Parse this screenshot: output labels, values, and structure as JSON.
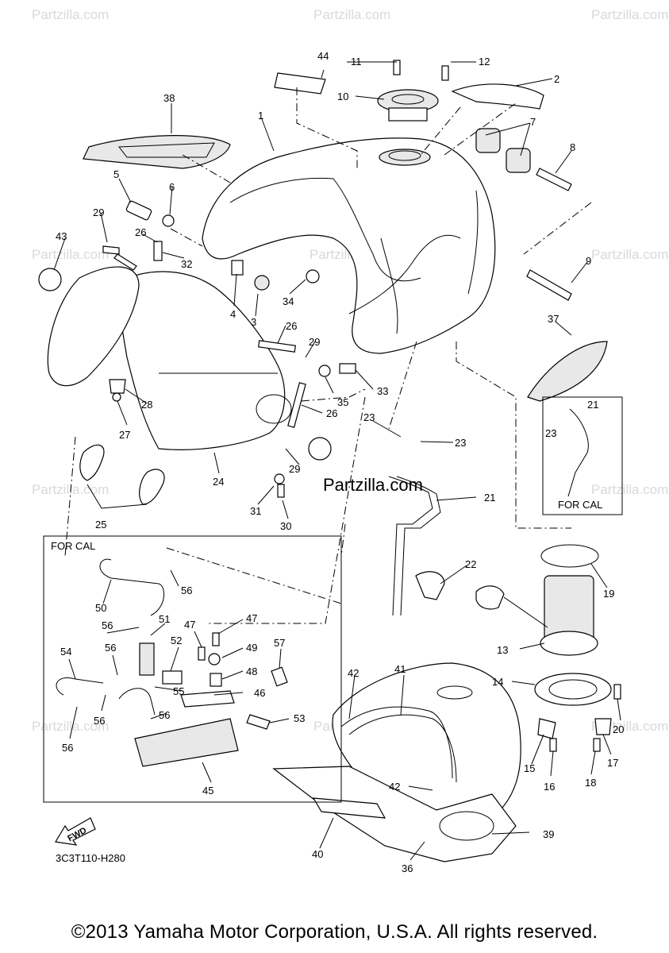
{
  "watermark": {
    "text": "Partzilla.com",
    "center_text": "Partzilla.com"
  },
  "box_labels": {
    "for_cal_left": "FOR CAL",
    "for_cal_right": "FOR CAL"
  },
  "arrow_label": "FWD",
  "diagram_code": "3C3T110-H280",
  "copyright": "©2013 Yamaha Motor Corporation, U.S.A. All rights reserved.",
  "callouts": {
    "c1": "1",
    "c2": "2",
    "c3": "3",
    "c4": "4",
    "c5": "5",
    "c6": "6",
    "c7": "7",
    "c8": "8",
    "c9": "9",
    "c10": "10",
    "c11": "11",
    "c12": "12",
    "c13": "13",
    "c14": "14",
    "c15": "15",
    "c16": "16",
    "c17": "17",
    "c18": "18",
    "c19": "19",
    "c20": "20",
    "c21a": "21",
    "c21b": "21",
    "c22": "22",
    "c23a": "23",
    "c23b": "23",
    "c23c": "23",
    "c24": "24",
    "c25": "25",
    "c26a": "26",
    "c26b": "26",
    "c26c": "26",
    "c27": "27",
    "c28": "28",
    "c29a": "29",
    "c29b": "29",
    "c29c": "29",
    "c30": "30",
    "c31": "31",
    "c32": "32",
    "c33": "33",
    "c34": "34",
    "c35": "35",
    "c36": "36",
    "c37": "37",
    "c38": "38",
    "c39": "39",
    "c40": "40",
    "c41": "41",
    "c42a": "42",
    "c42b": "42",
    "c43": "43",
    "c44": "44",
    "c45": "45",
    "c46": "46",
    "c47a": "47",
    "c47b": "47",
    "c48": "48",
    "c49": "49",
    "c50": "50",
    "c51": "51",
    "c52": "52",
    "c53": "53",
    "c54": "54",
    "c55": "55",
    "c56a": "56",
    "c56b": "56",
    "c56c": "56",
    "c56d": "56",
    "c56e": "56",
    "c57": "57"
  }
}
